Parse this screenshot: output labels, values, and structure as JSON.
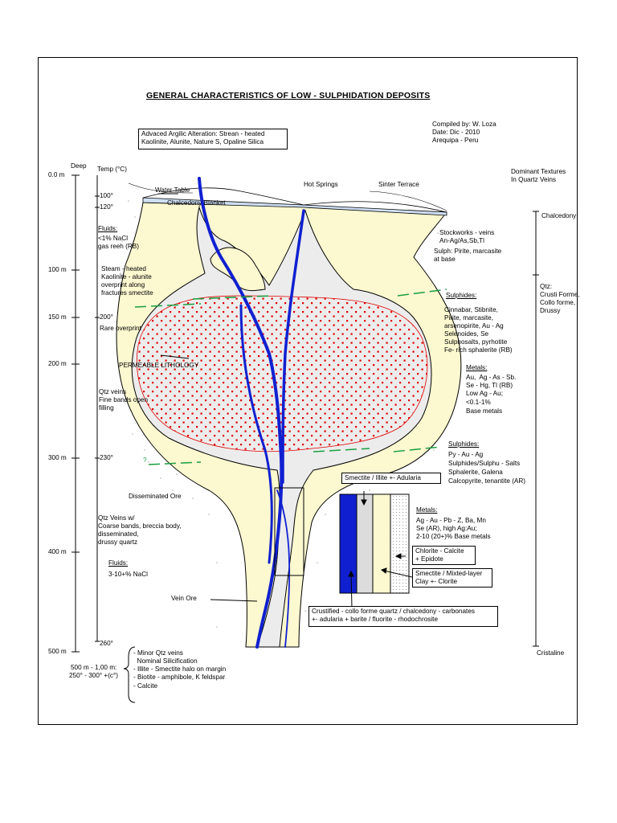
{
  "title": "GENERAL CHARACTERISTICS OF LOW - SULPHIDATION DEPOSITS",
  "credits": [
    "Compiled by: W. Loza",
    "Date: Dic - 2010",
    "Arequipa - Peru"
  ],
  "top_box": [
    "Advaced Argilic Alteration: Strean - heated",
    "Kaolinite, Alunite, Nature S, Opaline Silica"
  ],
  "depth_header": "Deep",
  "temp_header": "Temp (°C)",
  "depth_labels": [
    "0.0 m",
    "100 m",
    "150 m",
    "200 m",
    "300 m",
    "400 m",
    "500 m"
  ],
  "temp_labels": [
    "100°",
    "120°",
    "200°",
    "230°",
    "260°"
  ],
  "surface_labels": {
    "water_table": "Water Table",
    "hot_springs": "Hot Springs",
    "sinter_terrace": "Sinter Terrace",
    "chalcedony_blanket": "Chalcedony Blanket"
  },
  "textures_header": [
    "Dominant Textures",
    "In Quartz Veins"
  ],
  "textures": {
    "top": "Chalcedony",
    "middle": [
      "Qtz:",
      "Crusti Forme,",
      "Collo forme,",
      "Drussy"
    ],
    "bottom": "Cristaline"
  },
  "left_notes": {
    "fluids1_title": "Fluids:",
    "fluids1": [
      "<1% NaCl",
      "gas reeh (RB)"
    ],
    "steam": [
      "Steam - heated",
      "Kaolinite - alunite",
      "overprint along",
      "fractures smectite"
    ],
    "rare": "Rare overprint",
    "qtz_veins": [
      "Qtz veins",
      "Fine bands open",
      "filling"
    ],
    "question": "?",
    "disseminated": "Disseminated Ore",
    "qtz_veins_w": [
      "Qtz Veins w/",
      "Coarse bands, breccia body,",
      "disseminated,",
      "drussy quartz"
    ],
    "fluids2_title": "Fluids:",
    "fluids2": "3-10+% NaCl",
    "vein_ore": "Vein Ore",
    "permeable": "PERMEABLE LITHOLOGY"
  },
  "right_notes": {
    "stockworks": [
      "Stockworks - veins",
      "An-Ag/As,Sb,Tl",
      "Sulph: Pirite, marcasite",
      "at base"
    ],
    "sulphides1_title": "Sulphides:",
    "sulphides1": [
      "Cinnabar, Stibnite,",
      "Pirite, marcasite,",
      "arsenopirite, Au - Ag",
      "Selenoides, Se",
      "Sulphosalts, pyrhotite",
      "Fe- rich sphalerite (RB)"
    ],
    "metals1_title": "Metals:",
    "metals1": [
      "Au,  Ag - As - Sb.",
      "Se - Hg, Tl (RB)",
      "Low Ag - Au;",
      "<0.1-1%",
      "Base metals"
    ],
    "sulphides2_title": "Sulphides:",
    "sulphides2": [
      "Py - Au - Ag",
      "Sulphides/Sulphu - Salts",
      "Sphalerite, Galena",
      "Calcopyrite, tenantite (AR)"
    ],
    "metals2_title": "Metals:",
    "metals2": [
      "Ag - Au - Pb - Z, Ba, Mn",
      "Se (AR), high Ag:Au;",
      "2-10 (20+)% Base metals"
    ]
  },
  "zone_boxes": {
    "smectite_illite": "Smectite / Illite +- Adularia",
    "chlorite": [
      "Chlorite - Calcite",
      "+ Epidote"
    ],
    "smectite_mixed": [
      "Smectite / Mixted-layer",
      "Clay +- Clorite"
    ],
    "crustified": [
      "Crustified - collo forme quartz / chalcedony - carbonates",
      "+- adularia + barite / fluorite - rhodochrosite"
    ]
  },
  "bottom_notes": {
    "depth_range": [
      "500 m - 1,00 m:",
      "250° - 300° +(c°)"
    ],
    "list": [
      "- Minor Qtz veins",
      "  Nominal Silicification",
      "- Illite - Smectite halo on margin",
      "- Biotite - amphibole, K feldspar",
      "- Calcite"
    ]
  },
  "colors": {
    "alteration_fill": "#fcf8d0",
    "argillic_fill": "#ececec",
    "ore_dots": "#e00000",
    "vein": "#1020d0",
    "blanket": "#cfe0f5",
    "green_dash": "#18a040"
  }
}
